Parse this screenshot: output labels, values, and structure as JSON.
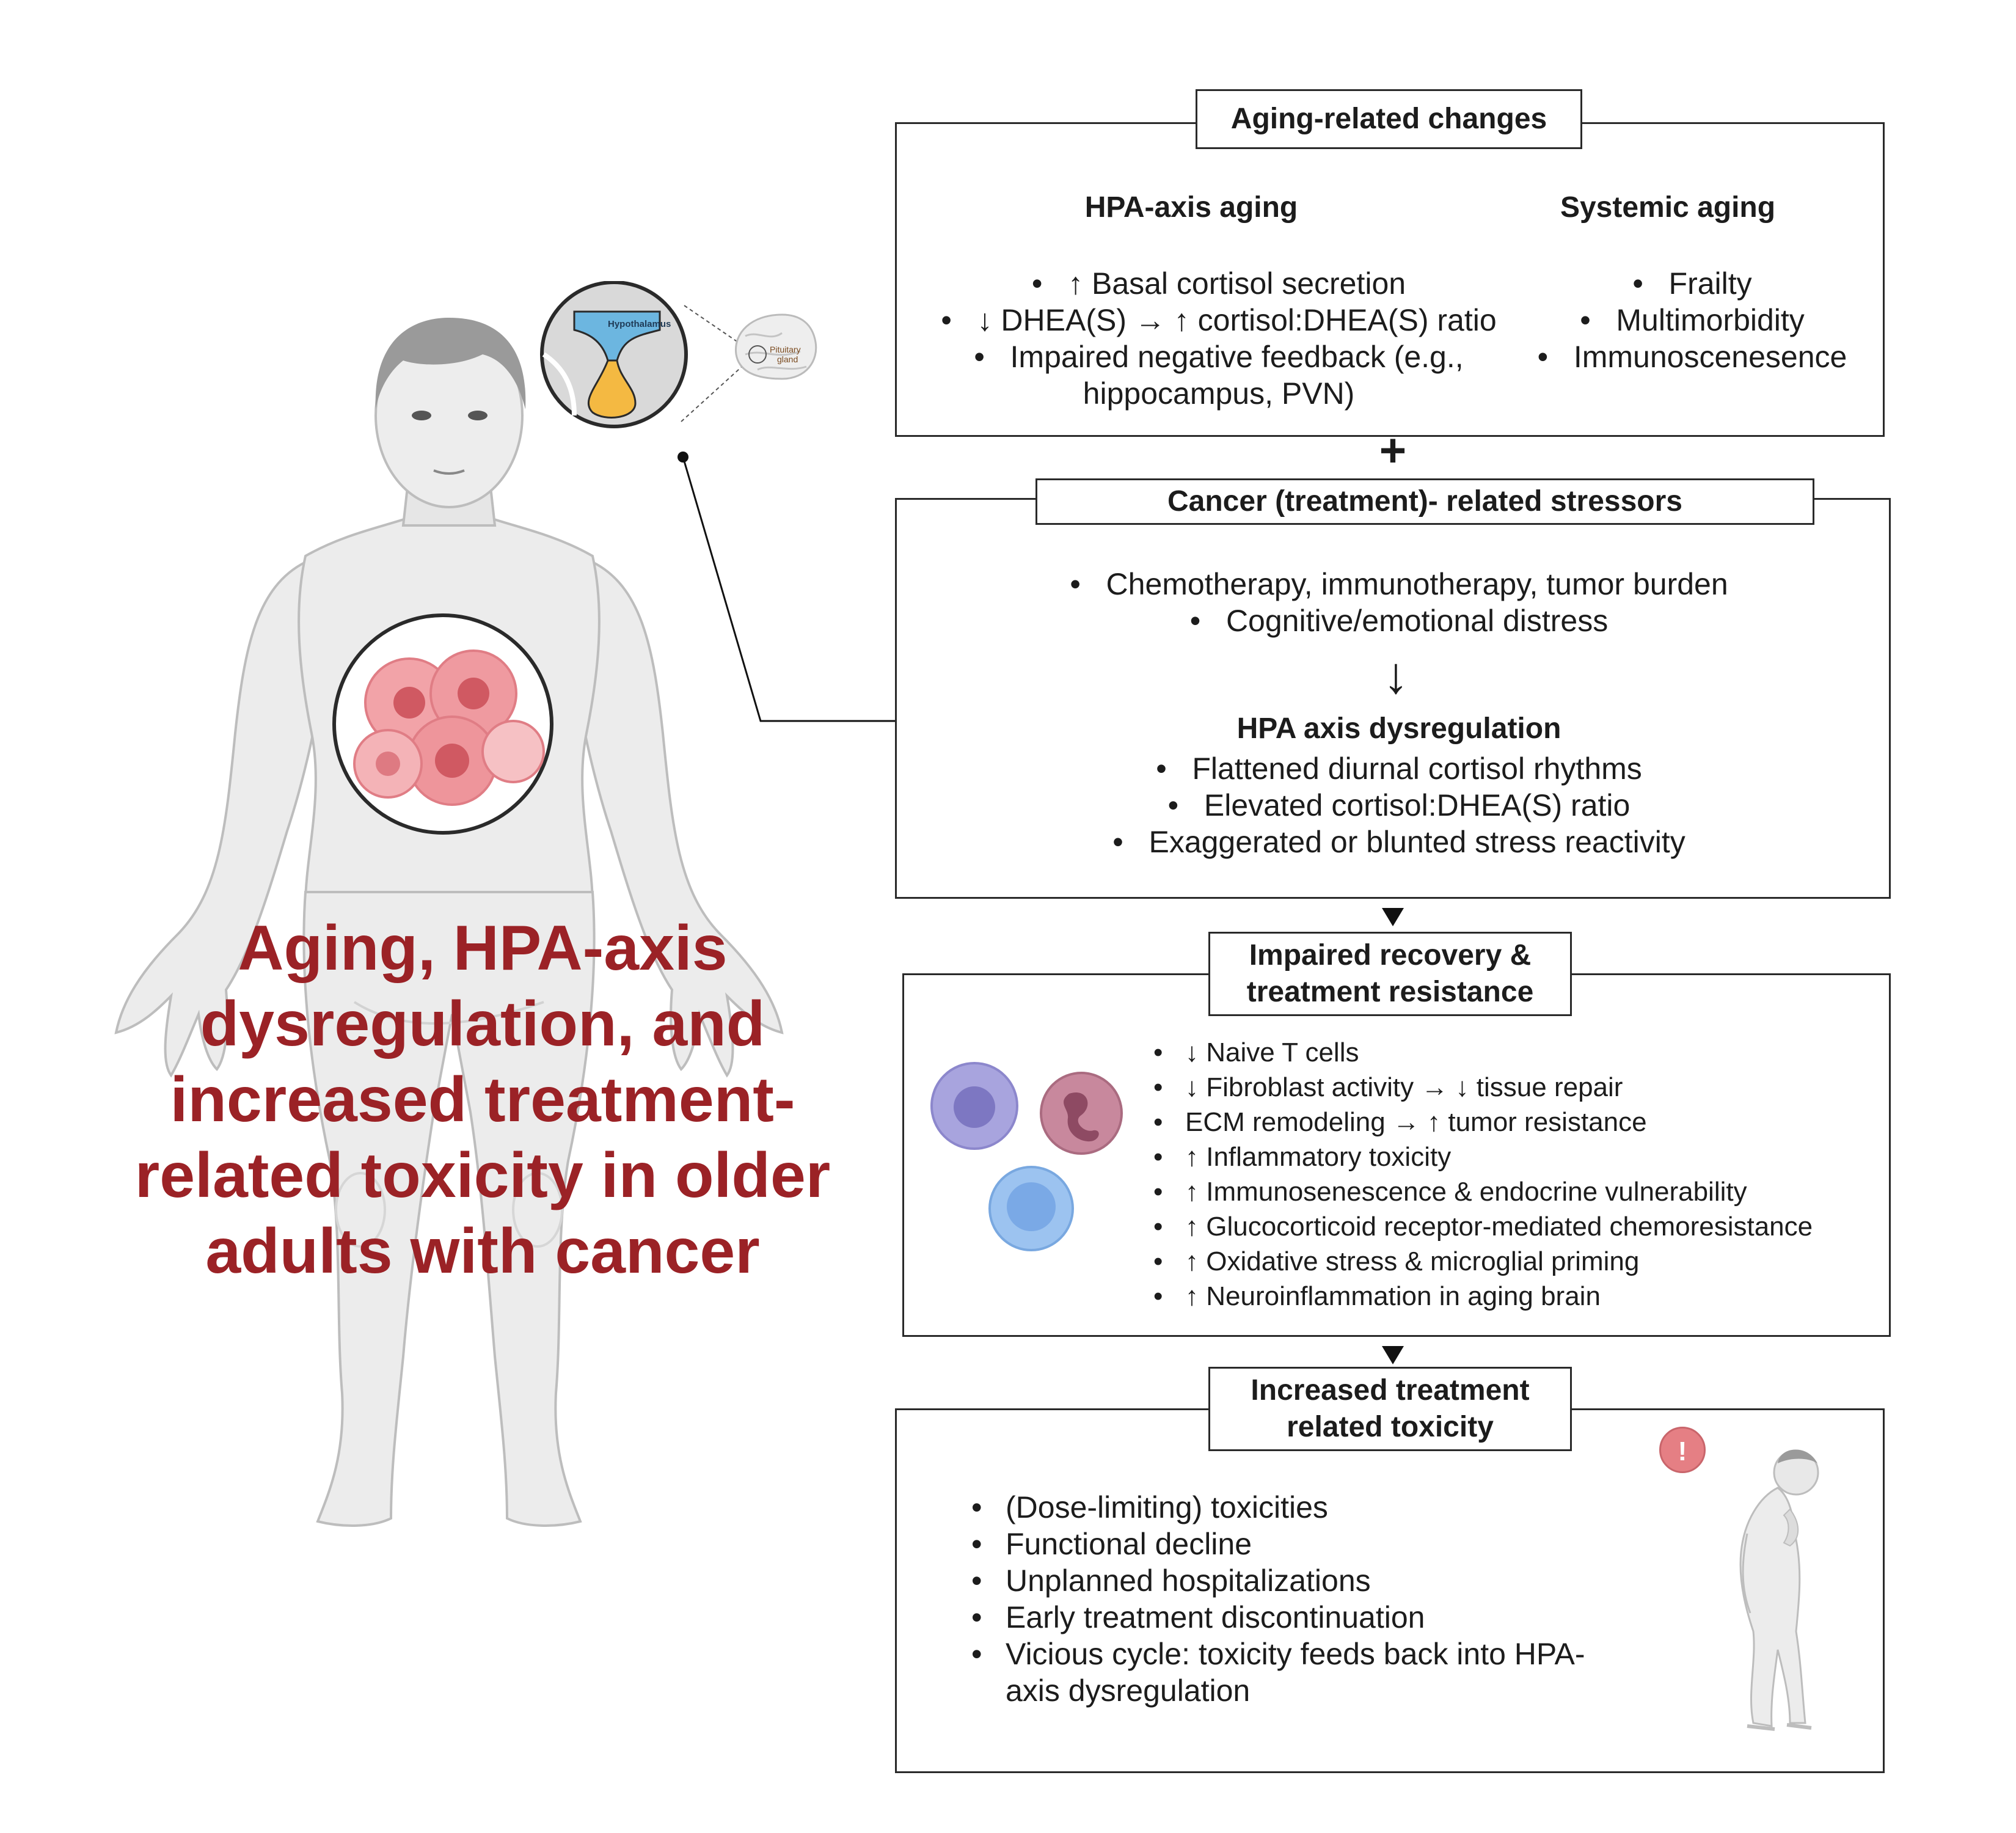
{
  "main_title": "Aging, HPA-axis dysregulation, and increased treatment-related toxicity in older adults with cancer",
  "inset_labels": {
    "hypothalamus": "Hypothalamus",
    "pituitary": "Pituitary gland"
  },
  "aging": {
    "title": "Aging-related changes",
    "hpa": {
      "heading": "HPA-axis aging",
      "items": [
        "↑ Basal cortisol secretion",
        "↓ DHEA(S) → ↑ cortisol:DHEA(S) ratio",
        "Impaired negative feedback (e.g.,",
        "hippocampus, PVN)"
      ]
    },
    "systemic": {
      "heading": "Systemic aging",
      "items": [
        "Frailty",
        "Multimorbidity",
        "Immunoscenesence"
      ]
    }
  },
  "plus": "+",
  "cancer": {
    "title": "Cancer (treatment)- related stressors",
    "items": [
      "Chemotherapy, immunotherapy, tumor burden",
      "Cognitive/emotional distress"
    ],
    "arrow": "↓",
    "dysreg_heading": "HPA axis dysregulation",
    "dysreg_items": [
      "Flattened diurnal cortisol rhythms",
      "Elevated cortisol:DHEA(S) ratio",
      "Exaggerated or blunted stress reactivity"
    ]
  },
  "recovery": {
    "title_line1": "Impaired recovery &",
    "title_line2": "treatment resistance",
    "items": [
      "↓ Naive T cells",
      "↓ Fibroblast activity → ↓ tissue repair",
      "ECM remodeling → ↑ tumor resistance",
      "↑ Inflammatory toxicity",
      "↑ Immunosenescence & endocrine vulnerability",
      "↑ Glucocorticoid receptor-mediated chemoresistance",
      "↑ Oxidative stress & microglial priming",
      "↑ Neuroinflammation in aging brain"
    ]
  },
  "toxicity": {
    "title_line1": "Increased treatment",
    "title_line2": "related toxicity",
    "items": [
      "(Dose-limiting) toxicities",
      "Functional decline",
      "Unplanned hospitalizations",
      "Early treatment discontinuation",
      "Vicious cycle: toxicity feeds back into HPA-axis dysregulation"
    ],
    "alert": "!"
  },
  "colors": {
    "title_red": "#9b2226",
    "hypothalamus_blue": "#6cb6e0",
    "pituitary_orange": "#f4b942",
    "tumor_pink": "#e8838a",
    "body_gray": "#ececec"
  }
}
